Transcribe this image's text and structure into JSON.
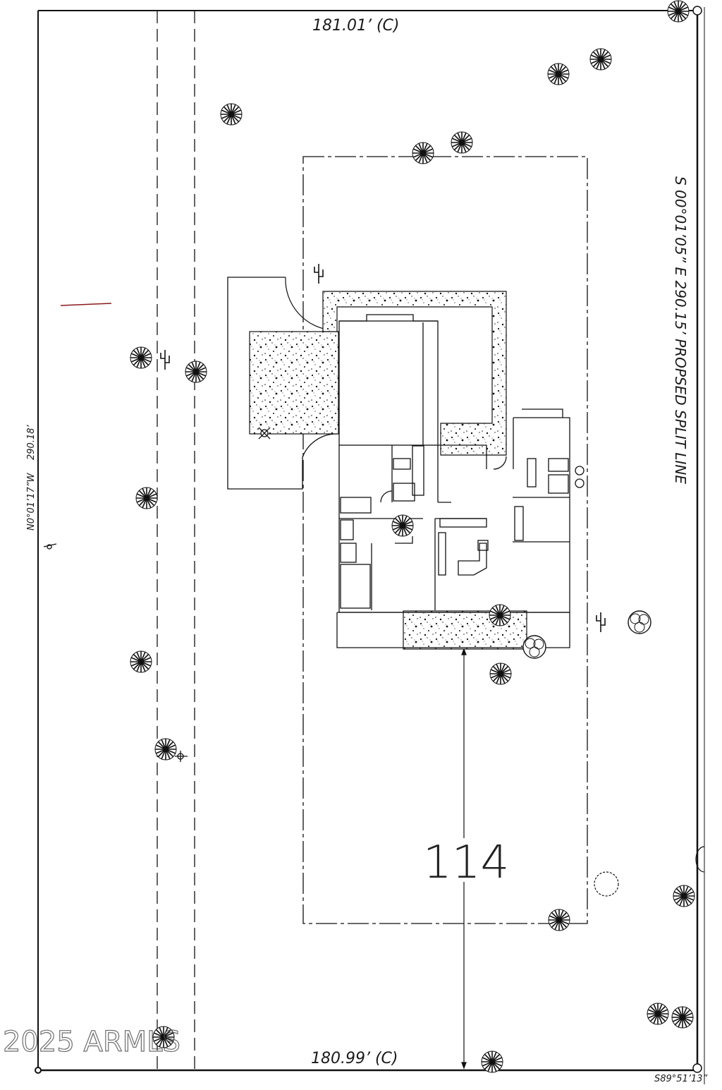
{
  "dimensions": {
    "top_boundary": "181.01’ (C)",
    "bottom_boundary": "180.99’ (C)",
    "left_boundary_bearing": "N0°01’17”W",
    "left_boundary_length": "290.18’",
    "right_split_line": "S 00°01’05” E   290.15’ PROPSED SPLIT LINE",
    "bottom_right_bearing": "S89°51’13”"
  },
  "lot_number": "114",
  "watermark": "2025 ARMLS",
  "colors": {
    "line": "#111111",
    "gravel": "#111111",
    "accent_line": "#8b1a1a"
  },
  "symbols": {
    "trees": "tree-icon",
    "cacti": "cactus-icon",
    "round_shrub": "shrub-icon",
    "light": "light-icon"
  }
}
